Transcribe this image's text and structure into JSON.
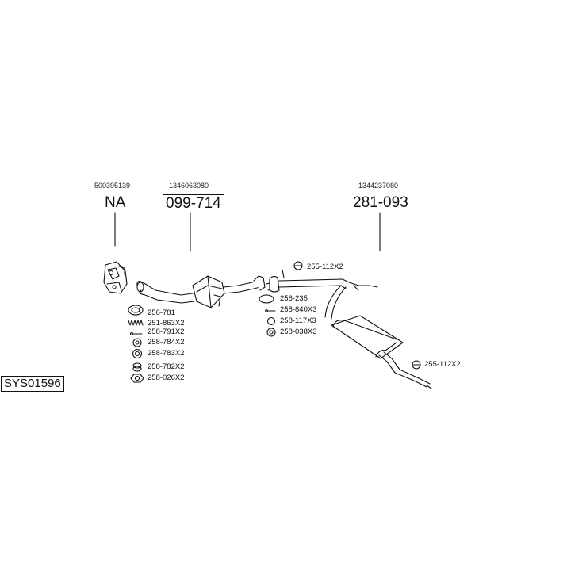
{
  "system_code": "SYS01596",
  "assemblies": [
    {
      "oem": "500395139",
      "part": "NA"
    },
    {
      "oem": "1346063080",
      "part": "099-714"
    },
    {
      "oem": "1344237080",
      "part": "281-093"
    }
  ],
  "small_parts": [
    {
      "code": "256-781"
    },
    {
      "code": "251-863X2"
    },
    {
      "code": "258-791X2"
    },
    {
      "code": "258-784X2"
    },
    {
      "code": "258-783X2"
    },
    {
      "code": "258-782X2"
    },
    {
      "code": "258-026X2"
    },
    {
      "code": "255-112X2"
    },
    {
      "code": "256-235"
    },
    {
      "code": "258-840X3"
    },
    {
      "code": "258-117X3"
    },
    {
      "code": "258-038X3"
    },
    {
      "code": "255-112X2"
    }
  ]
}
